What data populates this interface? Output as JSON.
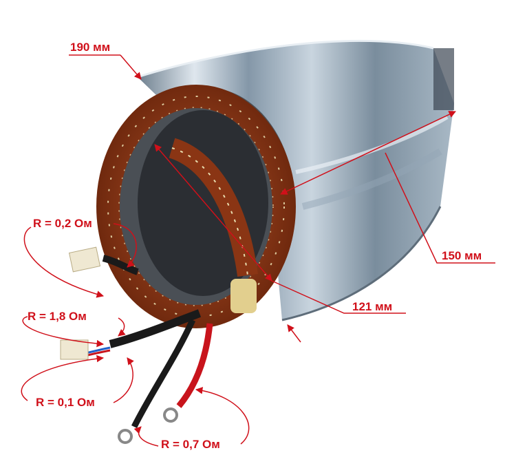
{
  "photo": {
    "subject": "stator-with-windings",
    "colors": {
      "annotation": "#d0101a",
      "copper": "#8a3514",
      "steel": "#b9c7d3",
      "tie": "#e8dcae",
      "cable": "#1a1a1a",
      "red_wire": "#c8141c"
    }
  },
  "dimensions": {
    "outer_diameter": "190 мм",
    "length": "150 мм",
    "inner_diameter": "121 мм"
  },
  "resistances": {
    "r1": "R = 0,2 Ом",
    "r2": "R = 1,8 Ом",
    "r3": "R = 0,1 Ом",
    "r4": "R = 0,7 Ом"
  }
}
